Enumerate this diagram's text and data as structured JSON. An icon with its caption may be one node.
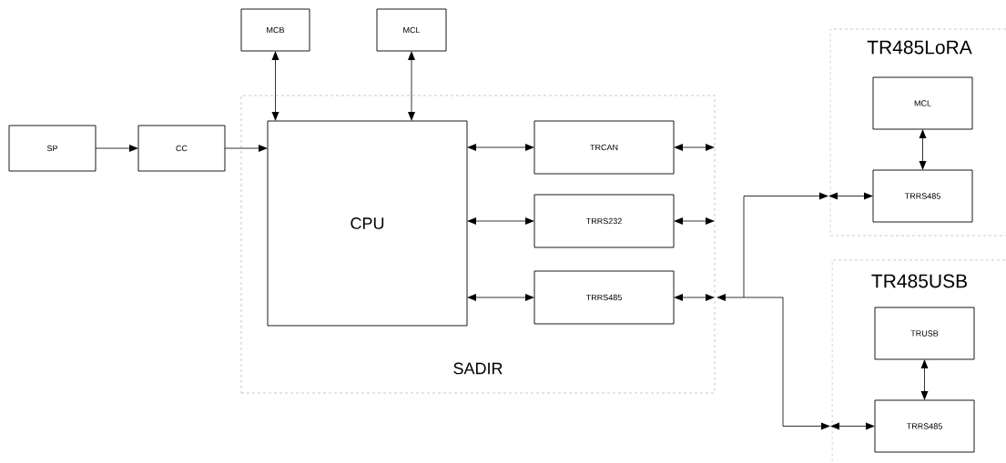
{
  "diagram": {
    "nodes": [
      {
        "text": [
          "SP"
        ]
      },
      {
        "text": [
          "CC"
        ]
      },
      {
        "text": [
          "MCB"
        ]
      },
      {
        "text": [
          "MCL"
        ]
      },
      {
        "text": [
          "SADIR"
        ]
      },
      {
        "text": [
          "CPU"
        ],
        "in": 4
      },
      {
        "text": [
          "TRCAN"
        ],
        "in": 4
      },
      {
        "text": [
          "TRRS232"
        ],
        "in": 4
      },
      {
        "text": [
          "TRRS485"
        ],
        "in": 4
      },
      {
        "text": [
          "TR485LoRA"
        ]
      },
      {
        "text": [
          "MCL"
        ],
        "in": 9
      },
      {
        "text": [
          "TRRS485"
        ],
        "in": 9
      },
      {
        "text": [
          "TR485USB"
        ]
      },
      {
        "text": [
          "TRUSB"
        ],
        "in": 12
      },
      {
        "text": [
          "TRRS485"
        ],
        "in": 12
      }
    ],
    "edges": [
      {
        "from": 0,
        "to": 1,
        "arrow": "to"
      },
      {
        "from": 1,
        "to": 5,
        "arrow": "to"
      },
      {
        "from": 2,
        "to": 5,
        "arrow": "both"
      },
      {
        "from": 3,
        "to": 5,
        "arrow": "both"
      },
      {
        "from": 5,
        "to": 6,
        "arrow": "both"
      },
      {
        "from": 5,
        "to": 7,
        "arrow": "both"
      },
      {
        "from": 5,
        "to": 8,
        "arrow": "both"
      },
      {
        "from": 6,
        "to": 4,
        "arrow": "both"
      },
      {
        "from": 7,
        "to": 4,
        "arrow": "both"
      },
      {
        "from": 8,
        "to": 4,
        "arrow": "both"
      },
      {
        "from": 4,
        "to": 9,
        "arrow": "both"
      },
      {
        "from": 4,
        "to": 12,
        "arrow": "both"
      },
      {
        "from": 9,
        "to": 11,
        "arrow": "both"
      },
      {
        "from": 10,
        "to": 11,
        "arrow": "both"
      },
      {
        "from": 12,
        "to": 14,
        "arrow": "both"
      },
      {
        "from": 13,
        "to": 14,
        "arrow": "both"
      }
    ]
  }
}
